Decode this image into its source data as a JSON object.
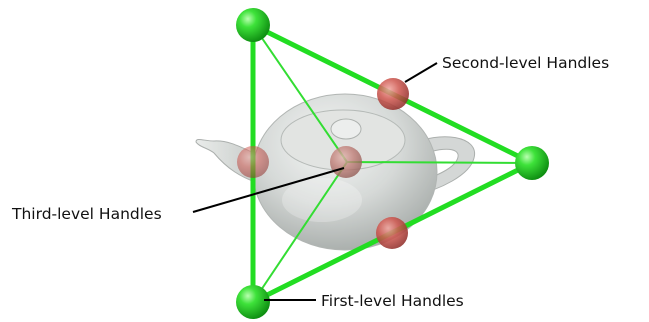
{
  "labels": {
    "second_level": "Second-level Handles",
    "third_level": "Third-level Handles",
    "first_level": "First-level Handles"
  },
  "colors": {
    "background": "#ffffff",
    "frame": "#22dd22",
    "first_level_handle": "#22cc22",
    "second_level_handle": "#cc5555",
    "third_level_handle": "#bb7777",
    "teapot": "#c8ccca",
    "leader_line": "#000000",
    "label_text": "#111111"
  },
  "handle_levels": [
    {
      "level": "first",
      "count": 3
    },
    {
      "level": "second",
      "count": 3
    },
    {
      "level": "third",
      "count": 1
    }
  ]
}
